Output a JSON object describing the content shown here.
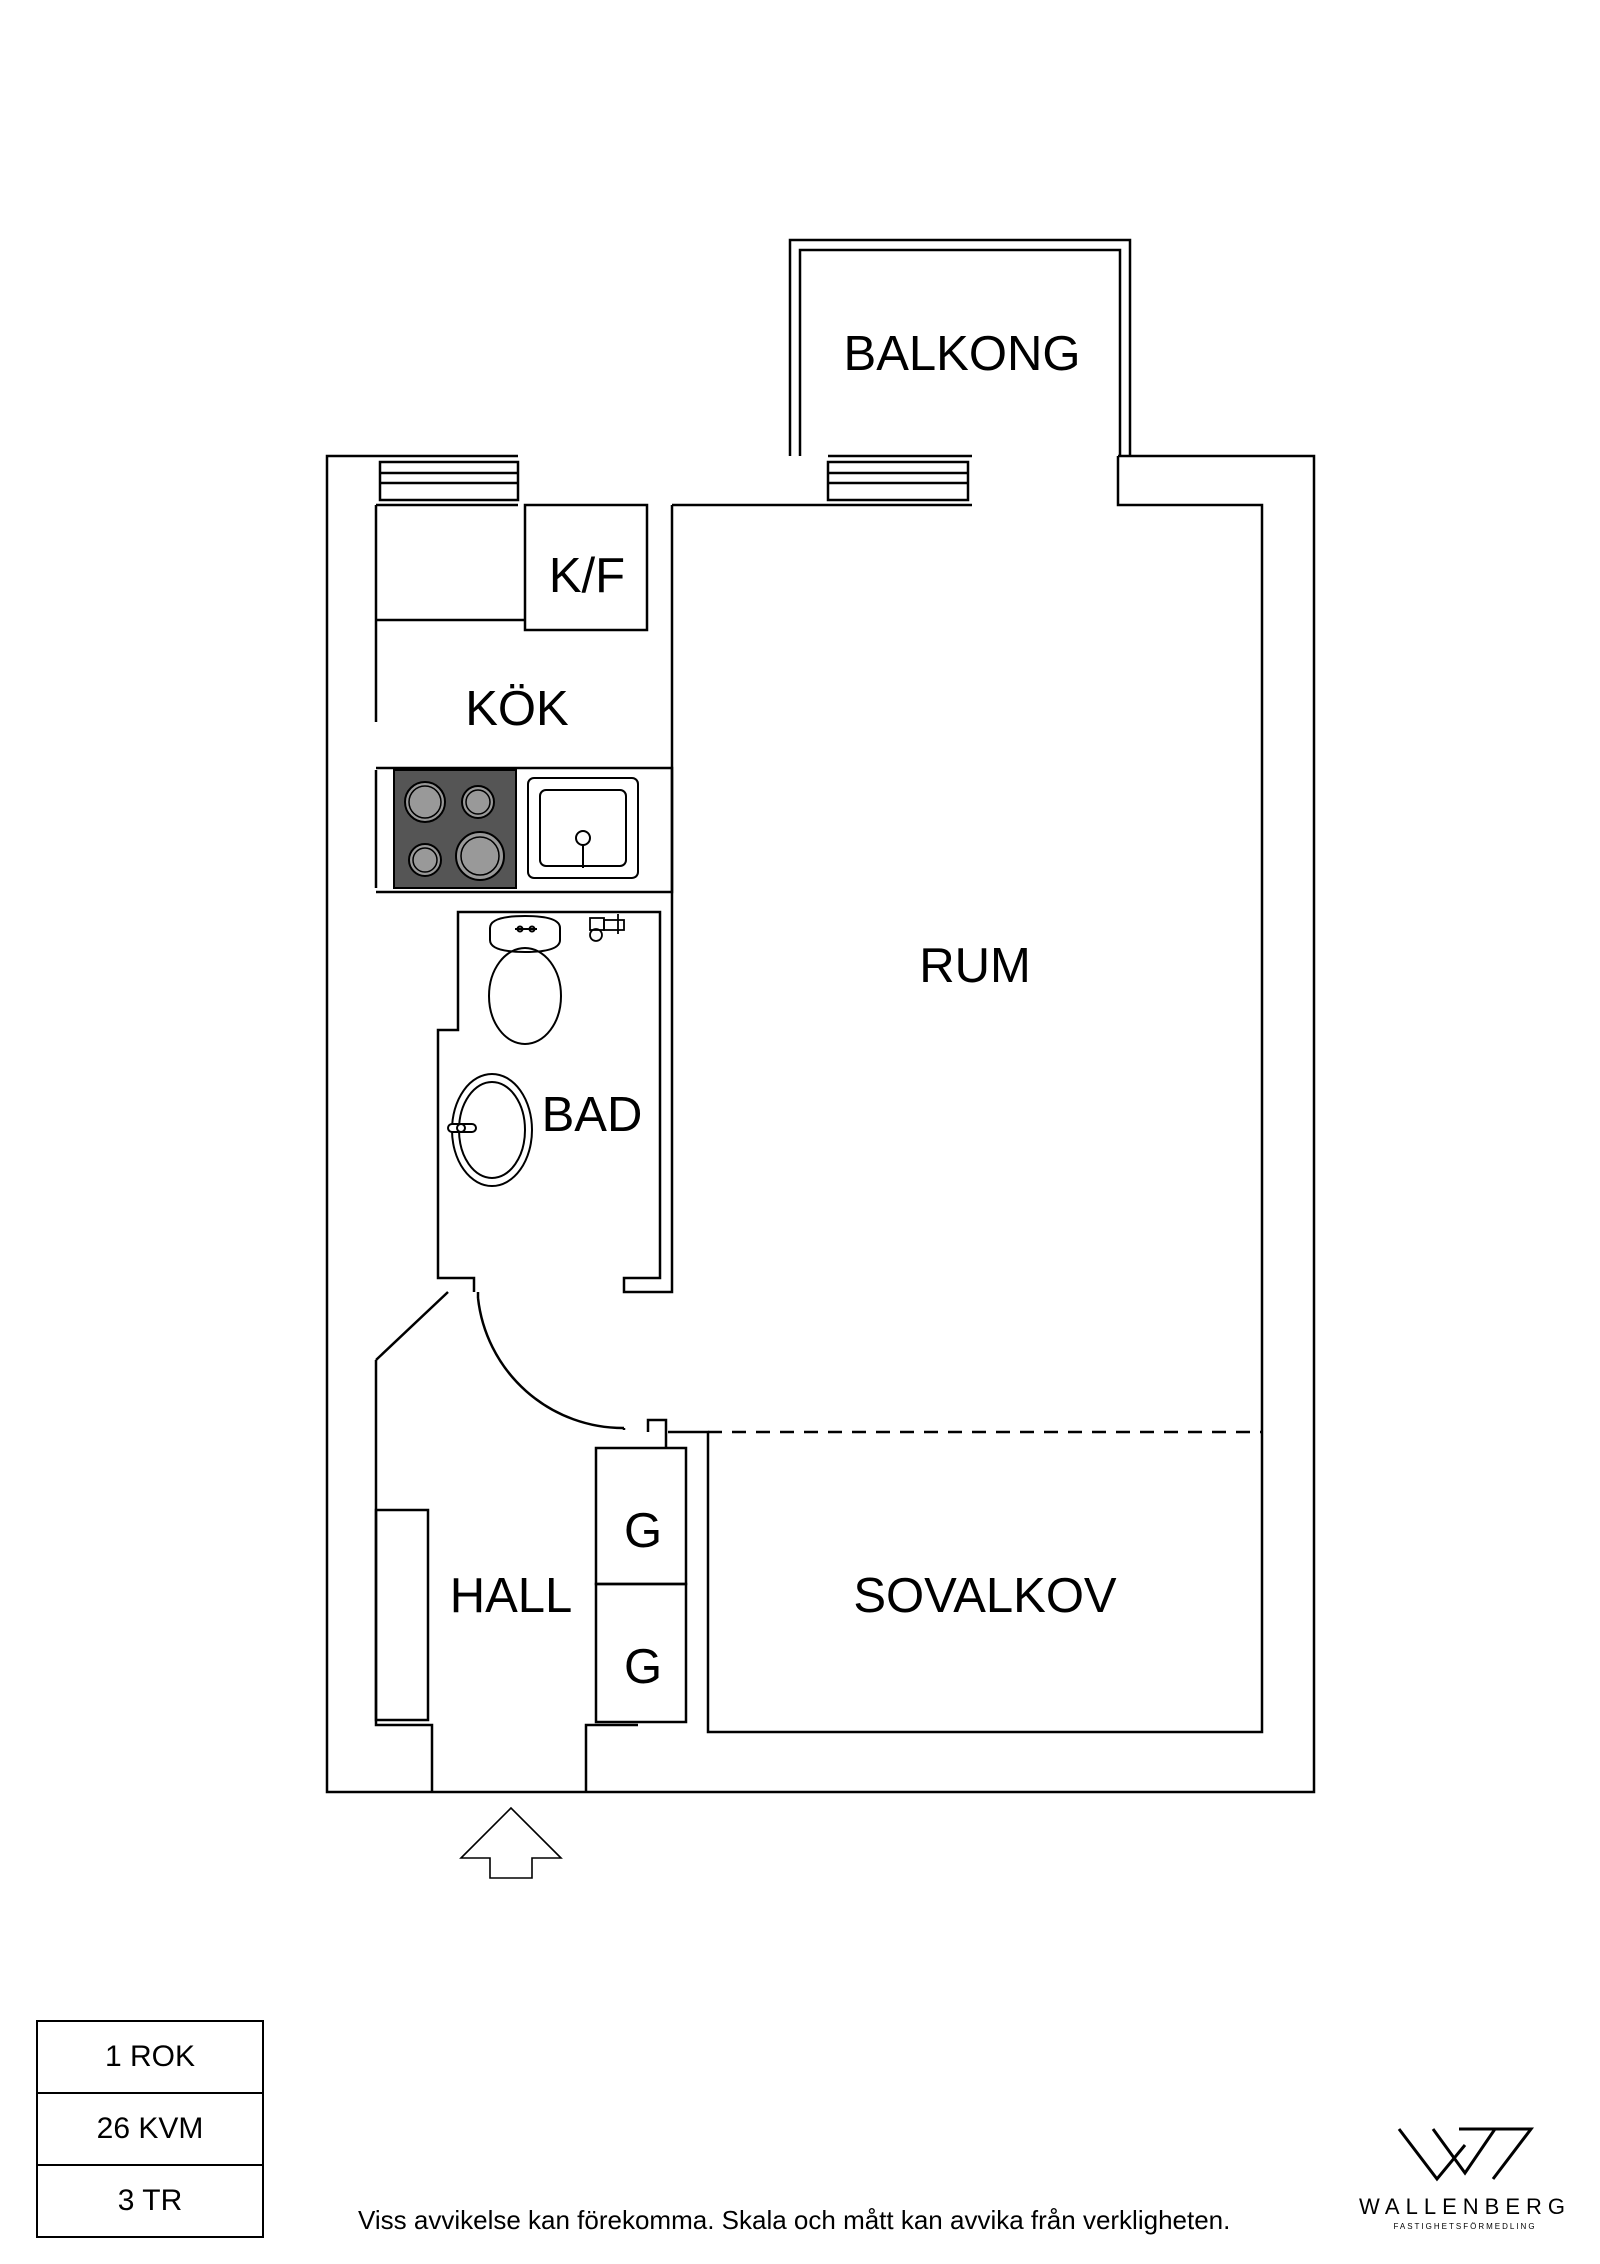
{
  "rooms": {
    "balcony": "BALKONG",
    "fridge_freezer": "K/F",
    "kitchen": "KÖK",
    "living_room": "RUM",
    "bathroom": "BAD",
    "hall": "HALL",
    "sleeping_alcove": "SOVALKOV",
    "wardrobe_1": "G",
    "wardrobe_2": "G"
  },
  "info": {
    "rooms_kitchen": "1 ROK",
    "area": "26 KVM",
    "floor": "3 TR"
  },
  "disclaimer": "Viss avvikelse kan förekomma. Skala och mått kan avvika från verkligheten.",
  "brand": {
    "name": "WALLENBERG",
    "tagline": "FASTIGHETSFÖRMEDLING"
  },
  "icons": {
    "entrance": "entrance-arrow-icon",
    "logo": "wallenberg-logo-icon"
  }
}
